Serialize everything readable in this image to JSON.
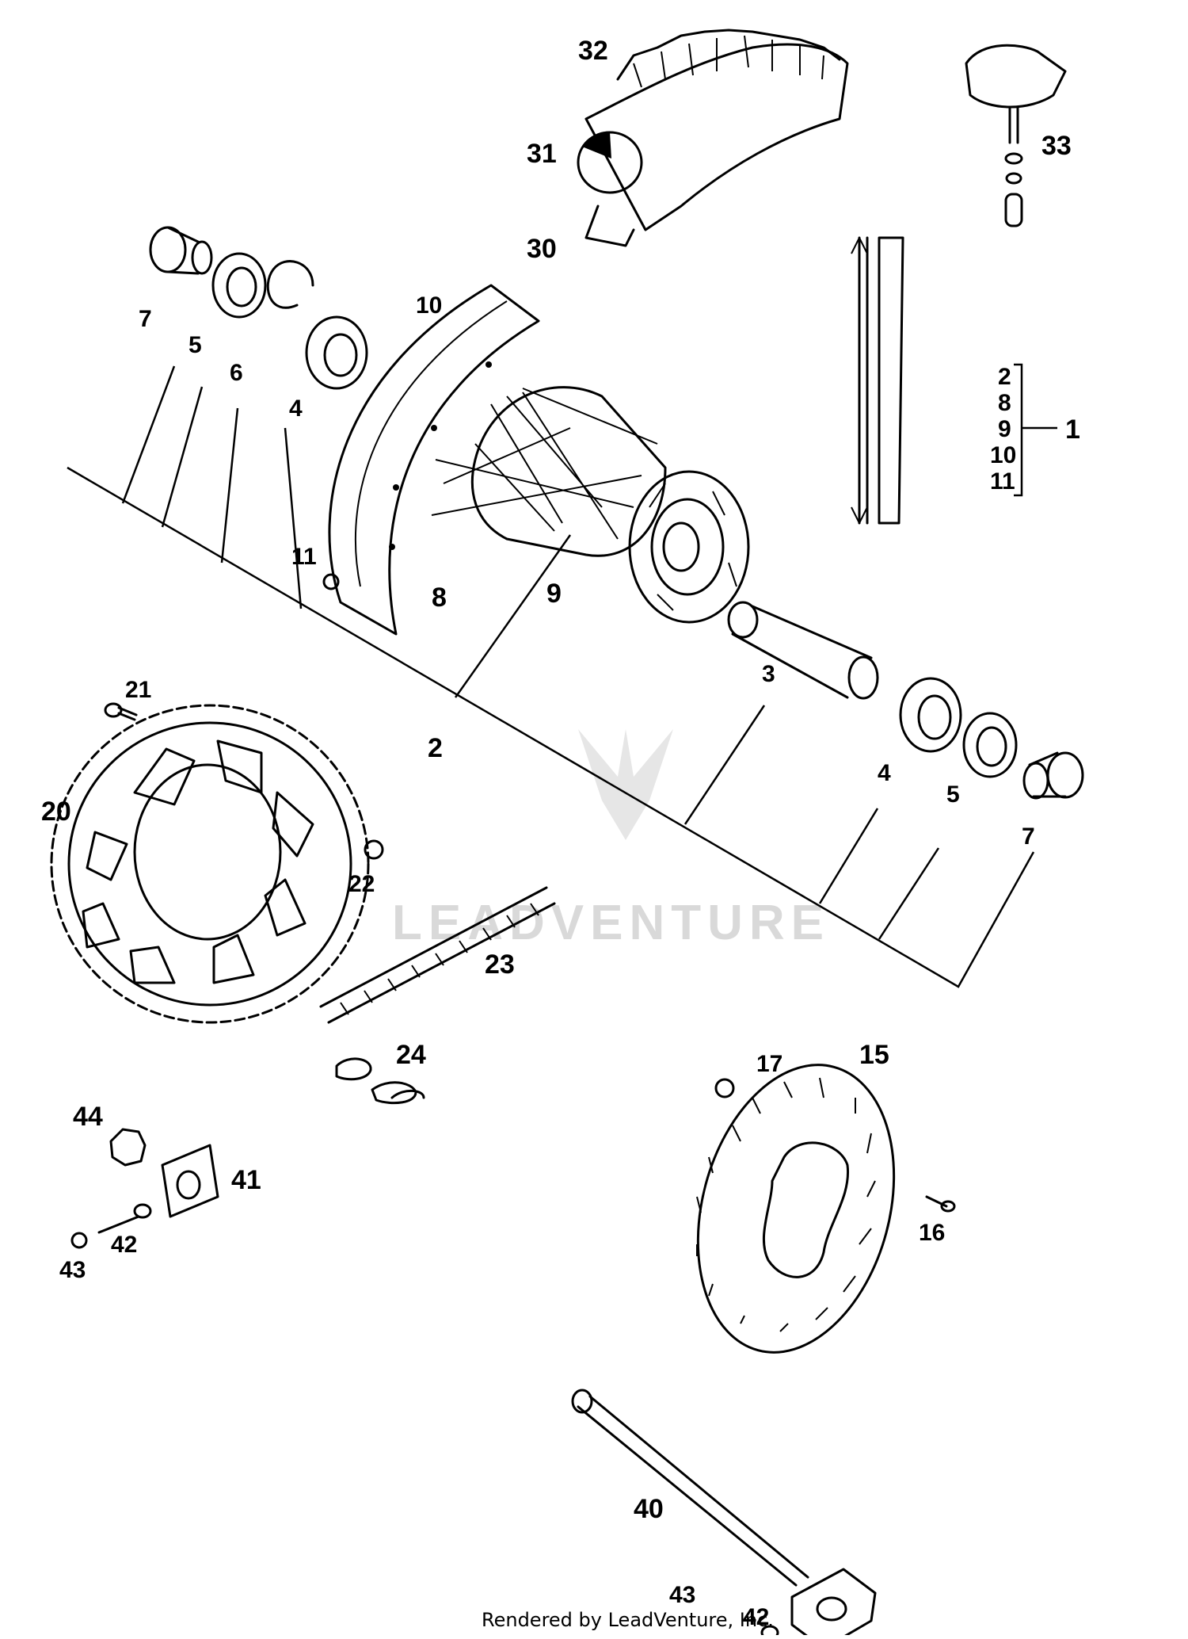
{
  "diagram": {
    "labels": {
      "l1": "1",
      "l2": "2",
      "l3": "3",
      "l4a": "4",
      "l4b": "4",
      "l5a": "5",
      "l5b": "5",
      "l6": "6",
      "l7a": "7",
      "l7b": "7",
      "l8": "8",
      "l9": "9",
      "l10": "10",
      "l11": "11",
      "l15": "15",
      "l16": "16",
      "l17": "17",
      "l20": "20",
      "l21": "21",
      "l22": "22",
      "l23": "23",
      "l24": "24",
      "l30": "30",
      "l31": "31",
      "l32": "32",
      "l33": "33",
      "l40": "40",
      "l41": "41",
      "l42a": "42",
      "l42b": "42",
      "l43a": "43",
      "l43b": "43",
      "l44": "44"
    },
    "kit_list": [
      "2",
      "8",
      "9",
      "10",
      "11"
    ],
    "watermark": "LEADVENTURE",
    "footer": "Rendered by LeadVenture, Inc."
  }
}
